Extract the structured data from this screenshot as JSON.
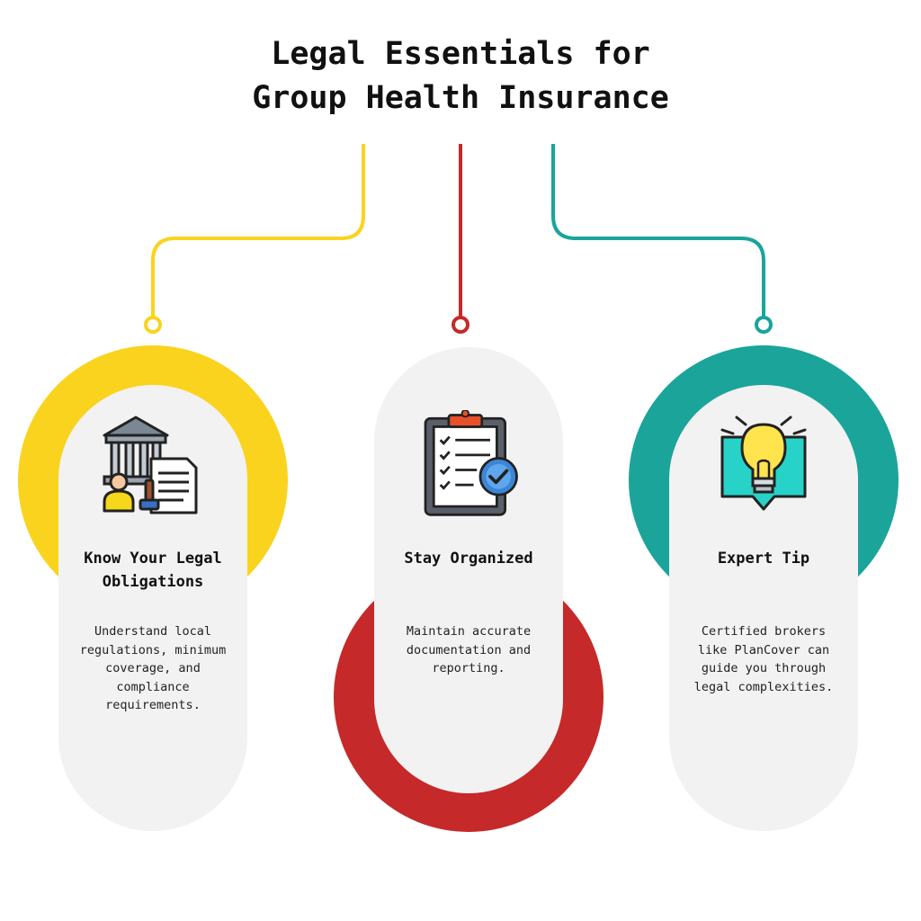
{
  "title": {
    "line1": "Legal Essentials for",
    "line2": "Group Health Insurance"
  },
  "colors": {
    "yellow": "#fad31e",
    "red": "#c5292a",
    "teal": "#1ba49a",
    "card": "#f2f2f2",
    "text": "#111111"
  },
  "cards": [
    {
      "icon": "courthouse-document-icon",
      "title": "Know Your Legal Obligations",
      "text": "Understand local regulations, minimum coverage, and compliance requirements."
    },
    {
      "icon": "clipboard-checklist-icon",
      "title": "Stay Organized",
      "text": "Maintain accurate documentation and reporting."
    },
    {
      "icon": "lightbulb-tip-icon",
      "title": "Expert Tip",
      "text": "Certified brokers like PlanCover can guide you through legal complexities."
    }
  ]
}
